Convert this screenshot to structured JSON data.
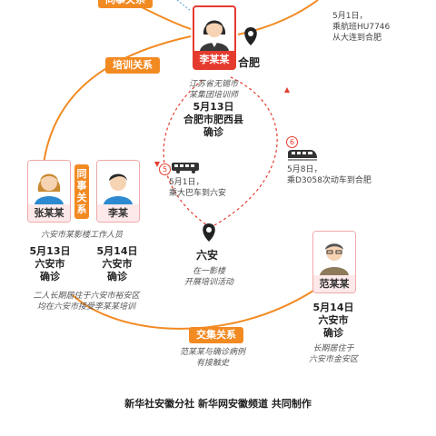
{
  "relations": {
    "top_cut": "同事关系",
    "training": "培训关系",
    "colleague": "同事关系",
    "contact": "交集关系"
  },
  "persons": {
    "li_mou_mou": {
      "name": "李某某",
      "location": "合肥",
      "desc1": "江苏省无锡市",
      "desc2": "某集团培训师",
      "date": "5月13日",
      "place": "合肥市肥西县",
      "status": "确诊"
    },
    "zhang_mou_mou": {
      "name": "张某某",
      "date": "5月13日",
      "city": "六安市",
      "status": "确诊"
    },
    "li_mou": {
      "name": "李某",
      "date": "5月14日",
      "city": "六安市",
      "status": "确诊"
    },
    "fan_mou_mou": {
      "name": "范某某",
      "date": "5月14日",
      "city": "六安市",
      "status": "确诊",
      "desc1": "长期居住于",
      "desc2": "六安市金安区"
    }
  },
  "group_note": {
    "staff": "六安市某影楼工作人员",
    "line1": "二人长期居住于六安市裕安区",
    "line2": "均在六安市接受李某某培训"
  },
  "trips": {
    "t5": {
      "num": "5",
      "date": "5月1日，",
      "desc": "乘大巴车到六安"
    },
    "t6": {
      "num": "6",
      "date": "5月8日，",
      "desc": "乘D3058次动车到合肥"
    },
    "flight": {
      "date": "5月1日，",
      "line2": "乘航班HU7746",
      "line3": "从大连到合肥"
    }
  },
  "luan": {
    "name": "六安",
    "desc1": "在一影楼",
    "desc2": "开展培训活动"
  },
  "contact_note": {
    "line1": "范某某与确诊病例",
    "line2": "有接触史"
  },
  "footer": "新华社安徽分社  新华网安徽频道  共同制作",
  "colors": {
    "orange": "#f28a22",
    "red": "#e53b2f",
    "pink_border": "#f0a9a9"
  }
}
